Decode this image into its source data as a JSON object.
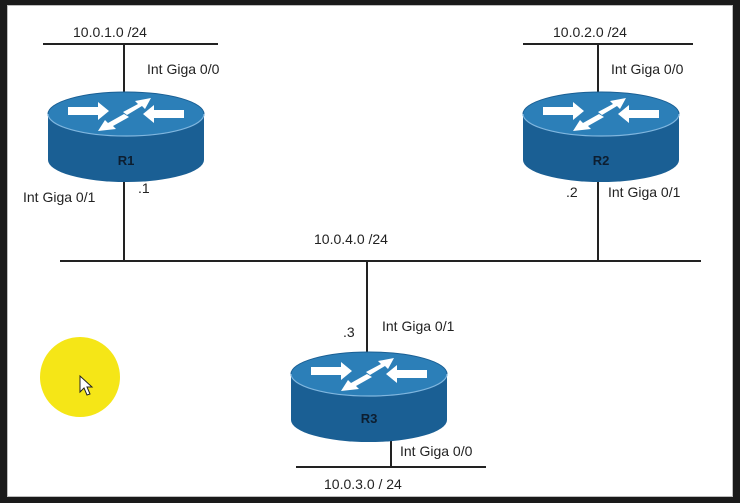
{
  "colors": {
    "router_top": "#2c7fb8",
    "router_side": "#1a5f94",
    "arrow": "#ffffff",
    "line": "#222222",
    "cursor_highlight": "#f5e617"
  },
  "icons": [
    "router-icon",
    "mouse-cursor-icon"
  ],
  "routers": {
    "r1": {
      "name": "R1",
      "lan_network": "10.0.1.0 /24",
      "lan_interface": "Int Giga 0/0",
      "transit_interface": "Int Giga 0/1",
      "host_octet": ".1"
    },
    "r2": {
      "name": "R2",
      "lan_network": "10.0.2.0 /24",
      "lan_interface": "Int Giga 0/0",
      "transit_interface": "Int Giga 0/1",
      "host_octet": ".2"
    },
    "r3": {
      "name": "R3",
      "lan_network": "10.0.3.0 / 24",
      "lan_interface": "Int Giga 0/0",
      "transit_interface": "Int Giga 0/1",
      "host_octet": ".3"
    }
  },
  "transit_network": "10.0.4.0 /24"
}
